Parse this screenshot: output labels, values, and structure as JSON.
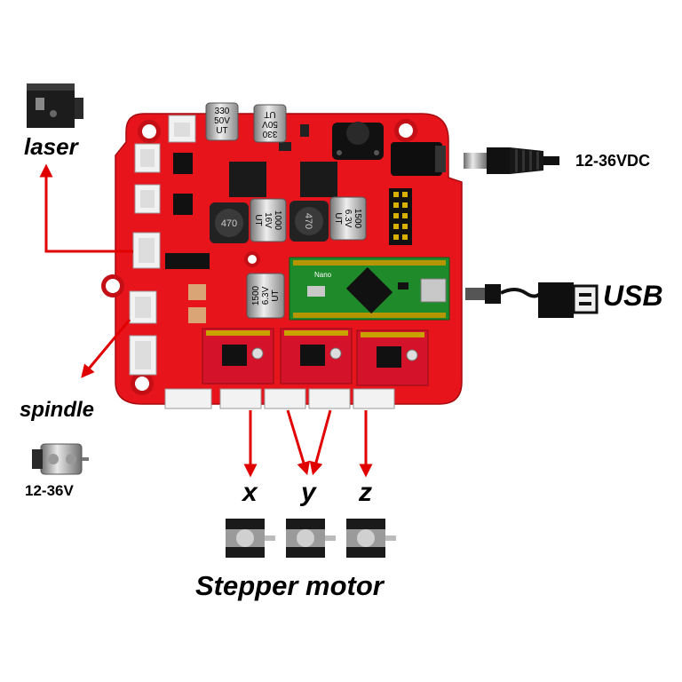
{
  "labels": {
    "laser": "laser",
    "spindle": "spindle",
    "spindle_voltage": "12-36V",
    "dc_input": "12-36VDC",
    "usb": "USB",
    "axis_x": "x",
    "axis_y": "y",
    "axis_z": "z",
    "stepper_motor": "Stepper motor"
  },
  "components": {
    "capacitor_1": [
      "330",
      "50V",
      "UT"
    ],
    "capacitor_2": [
      "330",
      "50V",
      "UT"
    ],
    "capacitor_3": [
      "1000",
      "16V",
      "UT"
    ],
    "capacitor_4": [
      "1500",
      "6.3V",
      "UT"
    ],
    "capacitor_5": [
      "1500",
      "6.3V",
      "UT"
    ],
    "inductor_1": "470",
    "inductor_2": "470",
    "nano_label": "Nano"
  },
  "colors": {
    "pcb": "#e8141b",
    "pcb_dark": "#b80a10",
    "arrow": "#e00000",
    "nano_board": "#1f8a2a",
    "driver_board": "#d4122a",
    "heatsink_black": "#111111",
    "connector_white": "#f2f2f2"
  },
  "icons": [
    "laser-module-icon",
    "dc-jack-cable-icon",
    "usb-cable-icon",
    "dc-motor-icon",
    "stepper-motor-icon"
  ]
}
